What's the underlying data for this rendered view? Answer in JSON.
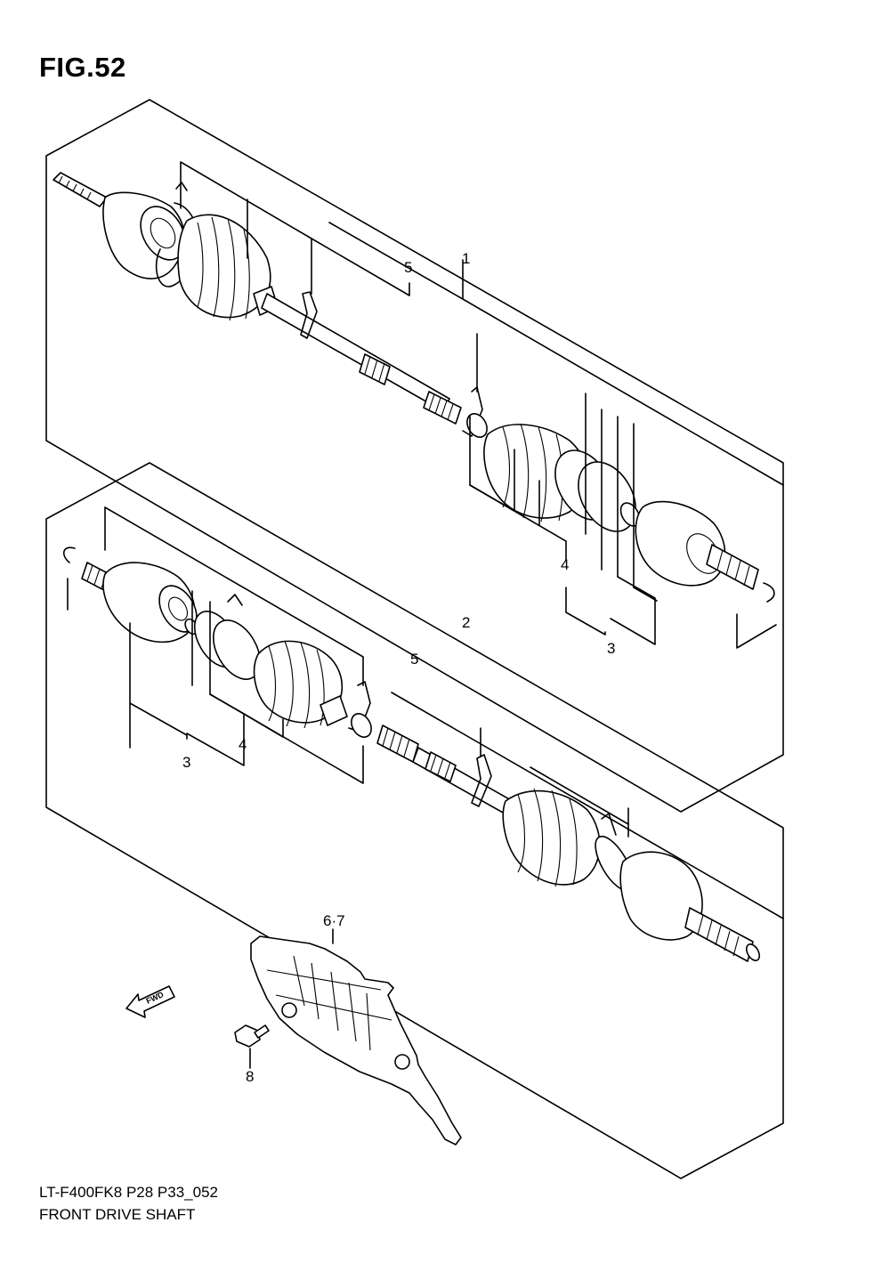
{
  "figure": {
    "title": "FIG.52",
    "code": "LT-F400FK8 P28 P33_052",
    "name": "FRONT DRIVE SHAFT"
  },
  "callouts": {
    "c1": "1",
    "c2": "2",
    "c3a": "3",
    "c3b": "3",
    "c4a": "4",
    "c4b": "4",
    "c5a": "5",
    "c5b": "5",
    "c67": "6·7",
    "c8": "8"
  },
  "fwd_arrow": {
    "text": "FWD"
  }
}
